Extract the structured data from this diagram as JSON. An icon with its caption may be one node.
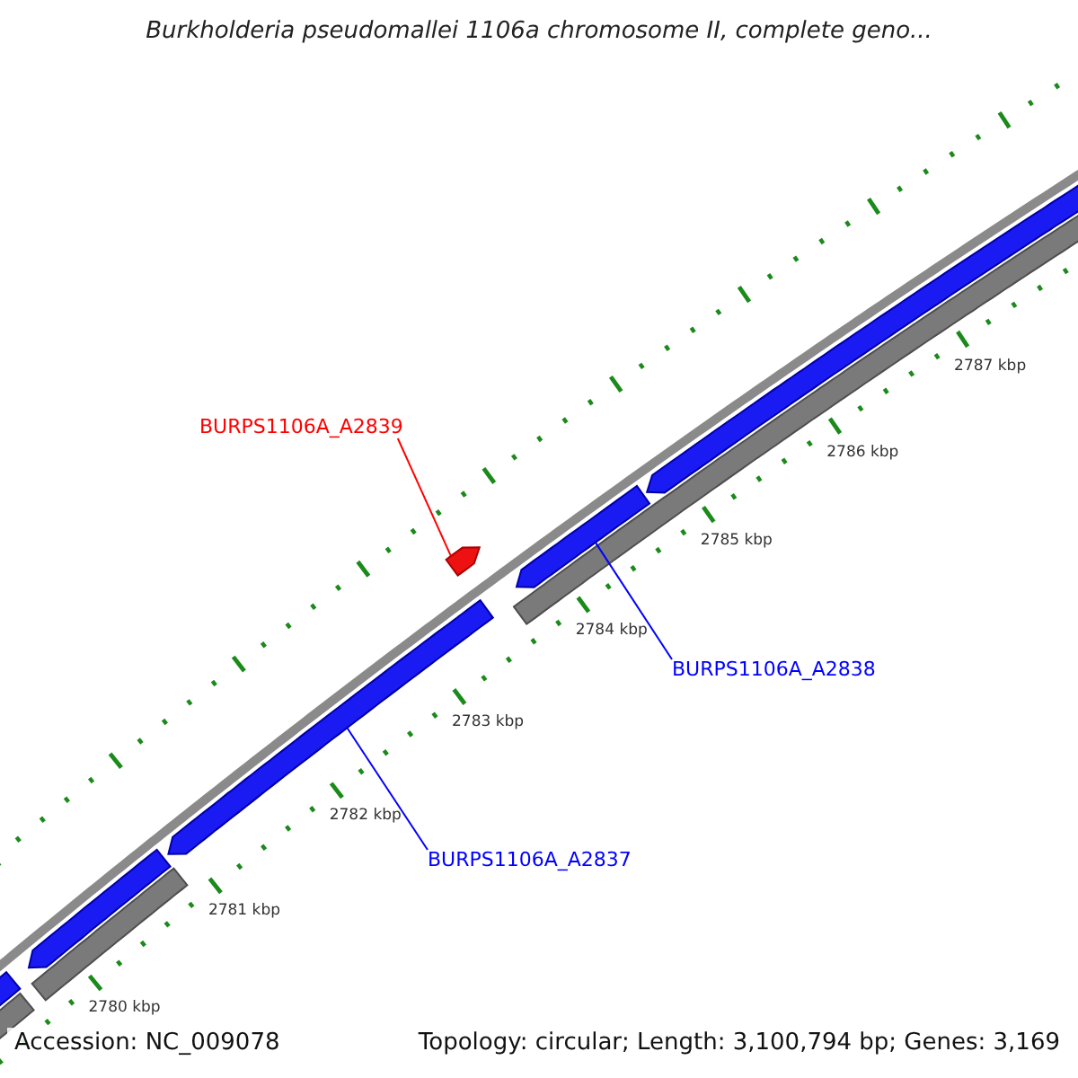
{
  "diagram": {
    "title": "Burkholderia pseudomallei 1106a chromosome II, complete geno...",
    "nodes": [
      {
        "text": [
          "BURPS1106A_A2839"
        ]
      },
      {
        "text": [],
        "shape": "bar"
      },
      {
        "text": [
          "BURPS1106A_A2838"
        ]
      },
      {
        "text": [],
        "shape": "bar"
      },
      {
        "text": [
          "BURPS1106A_A2837"
        ]
      },
      {
        "text": [],
        "shape": "bar"
      }
    ],
    "edges": [
      {
        "from": 0,
        "to": 1,
        "arrow": "none",
        "color": "#ff0000"
      },
      {
        "from": 2,
        "to": 3,
        "arrow": "none"
      },
      {
        "from": 4,
        "to": 5,
        "arrow": "none"
      }
    ],
    "labels": [
      "2787 kbp",
      "2786 kbp",
      "2785 kbp",
      "2784 kbp",
      "2783 kbp",
      "2782 kbp",
      "2781 kbp",
      "2780 kbp",
      "Accession: NC_009078",
      "Topology: circular; Length: 3,100,794 bp; Genes: 3,169"
    ]
  }
}
